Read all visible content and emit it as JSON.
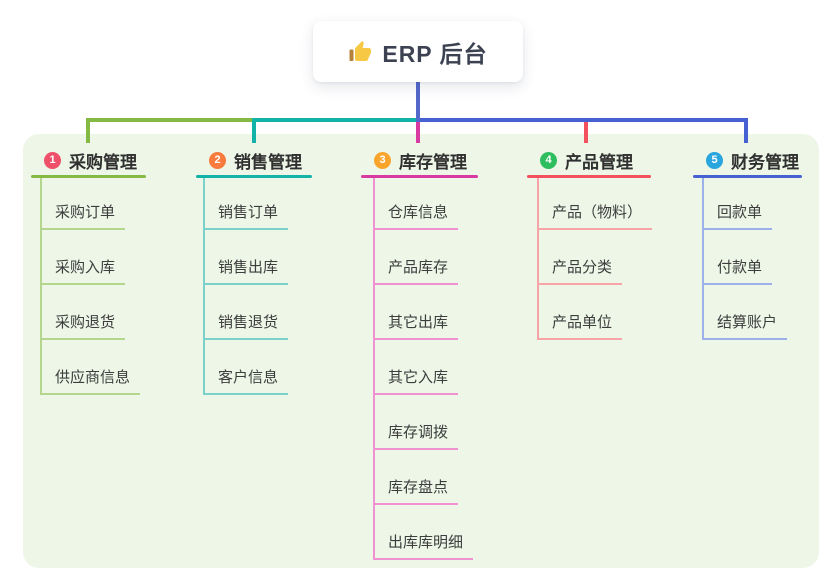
{
  "canvas": {
    "page_background": "#ffffff",
    "panel_color": "#edf6e7"
  },
  "root": {
    "icon": "thumbs-up-icon",
    "title": "ERP 后台",
    "line_color": "#5468cb"
  },
  "branches": [
    {
      "number": "1",
      "label": "采购管理",
      "badge_color": "#ee5169",
      "line_color": "#84b944",
      "light_color": "#b5d78d",
      "children": [
        "采购订单",
        "采购入库",
        "采购退货",
        "供应商信息"
      ]
    },
    {
      "number": "2",
      "label": "销售管理",
      "badge_color": "#f97c3e",
      "line_color": "#13b3a8",
      "light_color": "#7cd1ca",
      "children": [
        "销售订单",
        "销售出库",
        "销售退货",
        "客户信息"
      ]
    },
    {
      "number": "3",
      "label": "库存管理",
      "badge_color": "#fba42c",
      "line_color": "#d83aa1",
      "light_color": "#f092d1",
      "children": [
        "仓库信息",
        "产品库存",
        "其它出库",
        "其它入库",
        "库存调拨",
        "库存盘点",
        "出库库明细"
      ]
    },
    {
      "number": "4",
      "label": "产品管理",
      "badge_color": "#2fbe5f",
      "line_color": "#f4515e",
      "light_color": "#f8a3a8",
      "children": [
        "产品（物料）",
        "产品分类",
        "产品单位"
      ]
    },
    {
      "number": "5",
      "label": "财务管理",
      "badge_color": "#2aa6df",
      "line_color": "#4662d2",
      "light_color": "#9db0e9",
      "children": [
        "回款单",
        "付款单",
        "结算账户"
      ]
    }
  ]
}
